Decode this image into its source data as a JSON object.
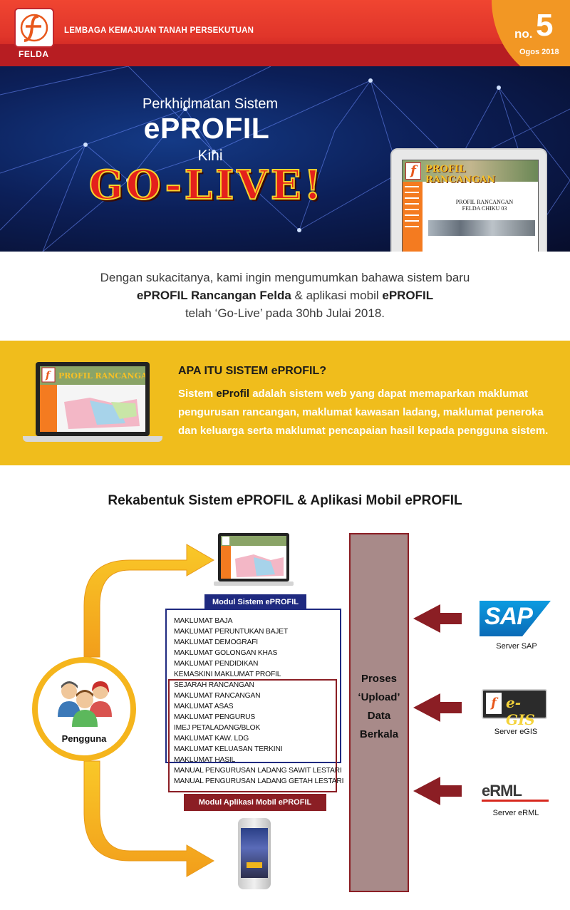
{
  "header": {
    "logo_text": "FELDA",
    "org_name": "LEMBAGA KEMAJUAN TANAH PERSEKUTUAN",
    "issue_label": "no.",
    "issue_number": "5",
    "issue_date": "Ogos 2018"
  },
  "hero": {
    "line1": "Perkhidmatan Sistem",
    "line2": "ePROFIL",
    "line3": "Kini",
    "headline": "GO-LIVE!",
    "screen_title": "PROFIL RANCANGAN",
    "screen_subtitle_1": "PROFIL RANCANGAN",
    "screen_subtitle_2": "FELDA CHIKU 03",
    "logo_letter": "f"
  },
  "announcement": {
    "part1": "Dengan sukacitanya, kami ingin mengumumkan bahawa sistem baru",
    "bold1": "ePROFIL Rancangan Felda",
    "part2": " & aplikasi mobil ",
    "bold2": "ePROFIL",
    "part3": "telah ‘Go-Live’ pada 30hb Julai 2018."
  },
  "info": {
    "title": "APA ITU SISTEM ePROFIL?",
    "text_pre": "Sistem ",
    "text_bold": "eProfil",
    "text_post": " adalah sistem web yang dapat memaparkan maklumat pengurusan rancangan, maklumat kawasan ladang, maklumat peneroka dan keluarga serta maklumat pencapaian hasil kepada pengguna sistem.",
    "screen_title": "PROFIL RANCANGAN"
  },
  "diagram": {
    "title": "Rekabentuk Sistem ePROFIL & Aplikasi Mobil ePROFIL",
    "user_label": "Pengguna",
    "module_web_label": "Modul Sistem ePROFIL",
    "module_mobile_label": "Modul Aplikasi Mobil ePROFIL",
    "modules": [
      "MAKLUMAT BAJA",
      "MAKLUMAT PERUNTUKAN BAJET",
      "MAKLUMAT DEMOGRAFI",
      "MAKLUMAT GOLONGAN KHAS",
      "MAKLUMAT PENDIDIKAN",
      "KEMASKINI MAKLUMAT PROFIL",
      "SEJARAH RANCANGAN",
      "MAKLUMAT RANCANGAN",
      "MAKLUMAT ASAS",
      "MAKLUMAT PENGURUS",
      "IMEJ PETALADANG/BLOK",
      "MAKLUMAT KAW. LDG",
      "MAKLUMAT KELUASAN TERKINI",
      "MAKLUMAT HASIL",
      "MANUAL PENGURUSAN LADANG SAWIT LESTARI",
      "MANUAL PENGURUSAN LADANG GETAH LESTARI"
    ],
    "process": [
      "Proses",
      "‘Upload’",
      "Data",
      "Berkala"
    ],
    "servers": [
      {
        "logo": "SAP",
        "name": "Server SAP"
      },
      {
        "logo": "e-GIS",
        "name": "Server eGIS"
      },
      {
        "logo": "eRML",
        "name": "Server eRML"
      }
    ],
    "colors": {
      "arrow_gold": "#f5b51c",
      "arrow_red": "#8b1e24",
      "web_blue": "#1f2a80",
      "process_fill": "#a88a89"
    }
  }
}
